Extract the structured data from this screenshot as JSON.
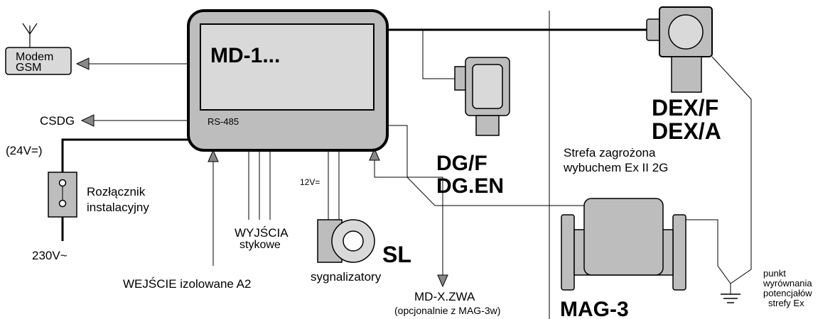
{
  "diagram": {
    "controller": {
      "title": "MD-1...",
      "port": "RS-485"
    },
    "modem": {
      "line1": "Modem",
      "line2": "GSM"
    },
    "csdg": "CSDG",
    "supply_dc": "(24V=)",
    "switch": {
      "line1": "Rozłącznik",
      "line2": "instalacyjny"
    },
    "supply_ac": "230V~",
    "input": "WEJŚCIE izolowane A2",
    "outputs": {
      "line1": "WYJŚCIA",
      "line2": "stykowe"
    },
    "v12": "12V=",
    "signalers": {
      "code": "SL",
      "name": "sygnalizatory"
    },
    "mdx": {
      "line1": "MD-X.ZWA",
      "line2": "(opcjonalnie z MAG-3w)"
    },
    "dg": {
      "line1": "DG/F",
      "line2": "DG.EN"
    },
    "dex": {
      "line1": "DEX/F",
      "line2": "DEX/A"
    },
    "zone": {
      "line1": "Strefa zagrożona",
      "line2": "wybuchem Ex II 2G"
    },
    "mag": "MAG-3",
    "ground": {
      "line1": "punkt",
      "line2": "wyrównania",
      "line3": "potencjałów",
      "line4": "strefy Ex"
    },
    "colors": {
      "device_fill": "#bdbdbd",
      "screen_fill": "#d9d9d9",
      "line": "#000000"
    }
  }
}
